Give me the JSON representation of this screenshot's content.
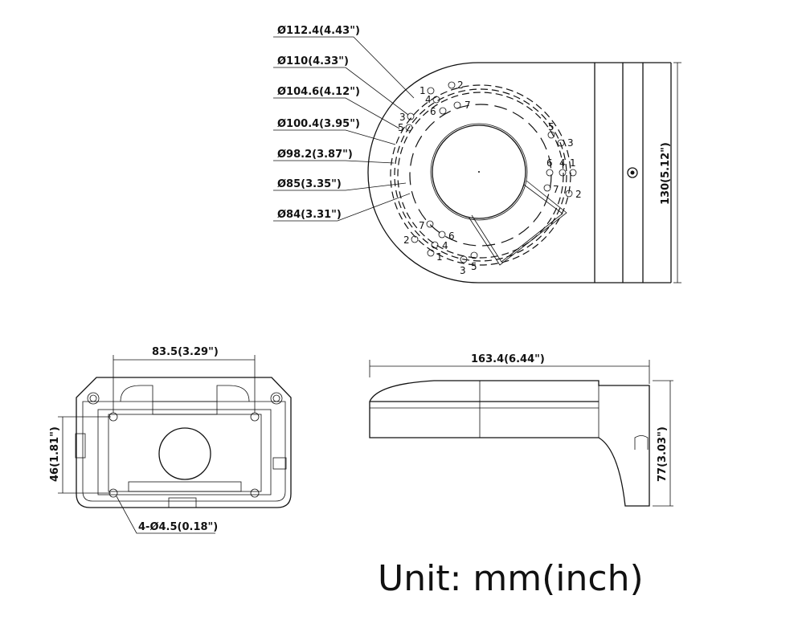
{
  "top_view": {
    "diameter_labels": [
      "Ø112.4(4.43\")",
      "Ø110(4.33\")",
      "Ø104.6(4.12\")",
      "Ø100.4(3.95\")",
      "Ø98.2(3.87\")",
      "Ø85(3.35\")",
      "Ø84(3.31\")"
    ],
    "height_label": "130(5.12\")",
    "hole_labels": [
      "1",
      "2",
      "4",
      "3",
      "5",
      "6",
      "7",
      "5",
      "3",
      "6",
      "4",
      "1",
      "7",
      "2",
      "7",
      "6",
      "2",
      "4",
      "1",
      "3",
      "5"
    ]
  },
  "back_view": {
    "width_label": "83.5(3.29\")",
    "height_label": "46(1.81\")",
    "hole_label": "4-Ø4.5(0.18\")"
  },
  "side_view": {
    "length_label": "163.4(6.44\")",
    "height_label": "77(3.03\")"
  },
  "unit_label": "Unit: mm(inch)"
}
